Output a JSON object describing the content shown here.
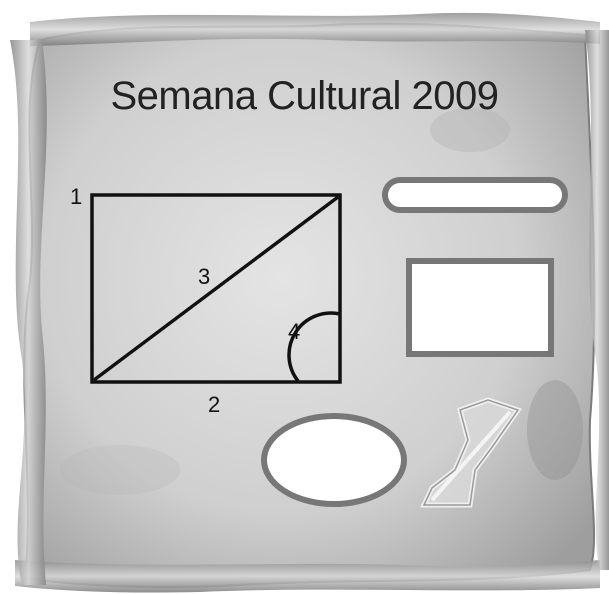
{
  "title": "Semana Cultural 2009",
  "labels": {
    "corner": "1",
    "base": "2",
    "diagonal": "3",
    "angle": "4"
  },
  "colors": {
    "parchment": "#d9d9d9",
    "parchment_dark": "#9a9a9a",
    "frame_border": "#666666",
    "line": "#111111"
  }
}
